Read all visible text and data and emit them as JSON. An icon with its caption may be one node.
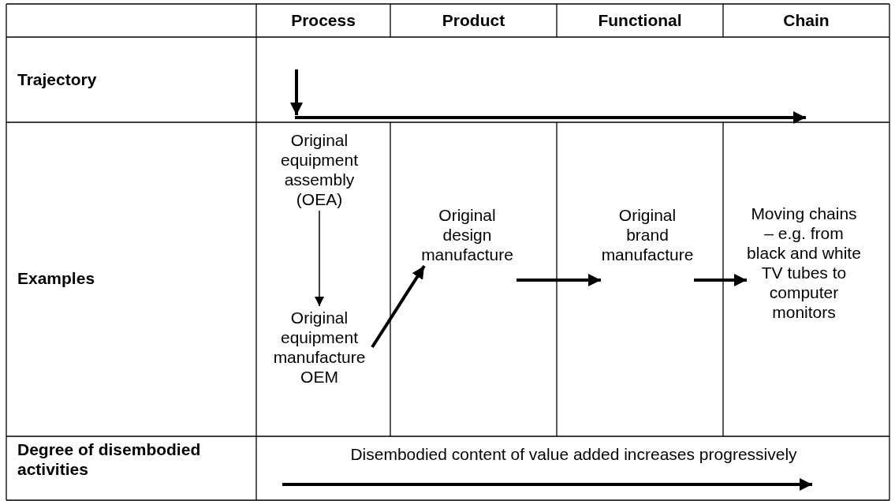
{
  "diagram": {
    "nodes": [
      {
        "text": [
          "Original equipment assembly (OEA)"
        ]
      },
      {
        "text": [
          "Original equipment manufacture OEM"
        ]
      },
      {
        "text": [
          "Original design manufacture"
        ]
      },
      {
        "text": [
          "Original brand manufacture"
        ]
      },
      {
        "text": [
          "Moving chains – e.g. from black and white TV tubes to computer monitors"
        ]
      }
    ],
    "edges": [
      {
        "from": 0,
        "to": 1,
        "arrow": "to"
      },
      {
        "from": 1,
        "to": 2,
        "arrow": "to"
      },
      {
        "from": 2,
        "to": 3,
        "arrow": "to"
      },
      {
        "from": 3,
        "to": 4,
        "arrow": "to"
      }
    ],
    "labels": [
      "Process",
      "Product",
      "Functional",
      "Chain",
      "Trajectory",
      "Examples",
      "Degree of disembodied activities",
      "Disembodied content of value added increases progressively"
    ]
  }
}
